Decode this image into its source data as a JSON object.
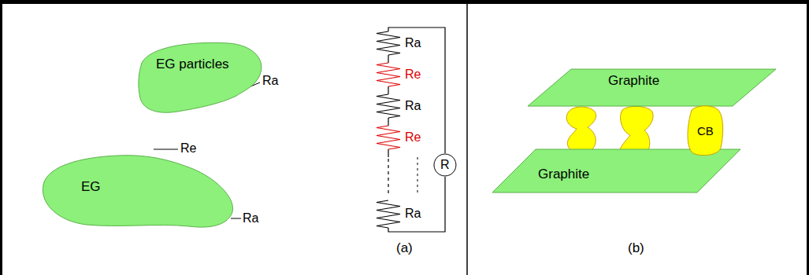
{
  "diagram": {
    "nodes": [
      {
        "text": [
          "EG particles"
        ]
      },
      {
        "text": [
          "EG"
        ]
      },
      {
        "text": [
          "R"
        ]
      },
      {
        "text": [
          "Graphite"
        ]
      },
      {
        "text": [
          "Graphite"
        ]
      },
      {
        "text": [
          "CB"
        ]
      }
    ],
    "labels": [
      "Ra",
      "Re",
      "Ra",
      "Ra",
      "Re",
      "Ra",
      "Re",
      "Ra",
      "(a)",
      "(b)"
    ]
  }
}
